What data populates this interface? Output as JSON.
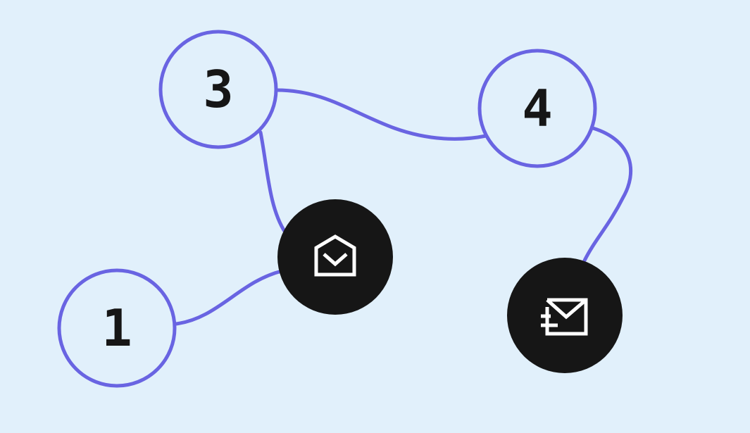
{
  "colors": {
    "background": "#e1f0fb",
    "accent": "#6964e2",
    "dark_node": "#161616",
    "icon": "#ffffff",
    "label": "#161616"
  },
  "nodes": [
    {
      "id": "n3",
      "label": "3"
    },
    {
      "id": "n4",
      "label": "4"
    },
    {
      "id": "n1",
      "label": "1"
    },
    {
      "id": "open-mail",
      "icon": "open-envelope-icon"
    },
    {
      "id": "send-mail",
      "icon": "sent-envelope-icon"
    }
  ],
  "edges": [
    {
      "from": "n3",
      "to": "n4"
    },
    {
      "from": "n3",
      "to": "open-mail"
    },
    {
      "from": "n1",
      "to": "open-mail"
    },
    {
      "from": "n4",
      "to": "send-mail"
    }
  ]
}
